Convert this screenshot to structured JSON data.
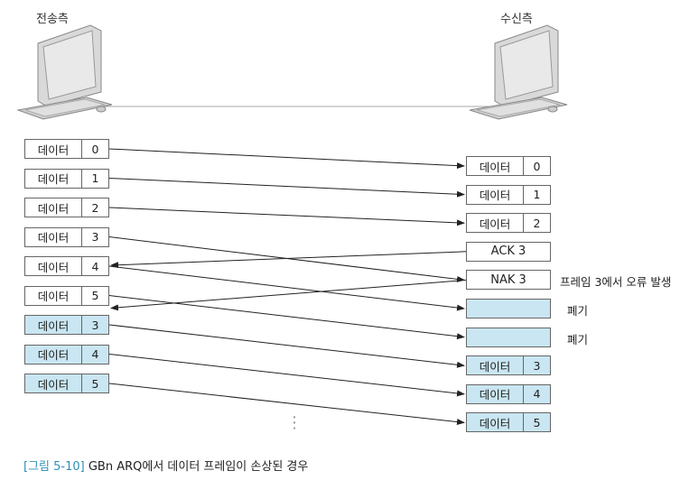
{
  "sender": {
    "title": "전송측"
  },
  "receiver": {
    "title": "수신측"
  },
  "left_frames": [
    {
      "name": "데이터",
      "seq": "0",
      "retransmitted": false
    },
    {
      "name": "데이터",
      "seq": "1",
      "retransmitted": false
    },
    {
      "name": "데이터",
      "seq": "2",
      "retransmitted": false
    },
    {
      "name": "데이터",
      "seq": "3",
      "retransmitted": false
    },
    {
      "name": "데이터",
      "seq": "4",
      "retransmitted": false
    },
    {
      "name": "데이터",
      "seq": "5",
      "retransmitted": false
    },
    {
      "name": "데이터",
      "seq": "3",
      "retransmitted": true
    },
    {
      "name": "데이터",
      "seq": "4",
      "retransmitted": true
    },
    {
      "name": "데이터",
      "seq": "5",
      "retransmitted": true
    }
  ],
  "right_items": [
    {
      "kind": "frame",
      "name": "데이터",
      "seq": "0",
      "note": ""
    },
    {
      "kind": "frame",
      "name": "데이터",
      "seq": "1",
      "note": ""
    },
    {
      "kind": "frame",
      "name": "데이터",
      "seq": "2",
      "note": ""
    },
    {
      "kind": "control",
      "text": "ACK 3",
      "note": ""
    },
    {
      "kind": "control",
      "text": "NAK 3",
      "note": "프레임 3에서 오류 발생"
    },
    {
      "kind": "discard",
      "text": "",
      "note": "폐기"
    },
    {
      "kind": "discard",
      "text": "",
      "note": "폐기"
    },
    {
      "kind": "frame-blue",
      "name": "데이터",
      "seq": "3",
      "note": ""
    },
    {
      "kind": "frame-blue",
      "name": "데이터",
      "seq": "4",
      "note": ""
    },
    {
      "kind": "frame-blue",
      "name": "데이터",
      "seq": "5",
      "note": ""
    }
  ],
  "ellipsis": "⋮",
  "caption": {
    "tag": "[그림 5-10]",
    "text": " GBn ARQ에서 데이터 프레임이 손상된 경우"
  }
}
